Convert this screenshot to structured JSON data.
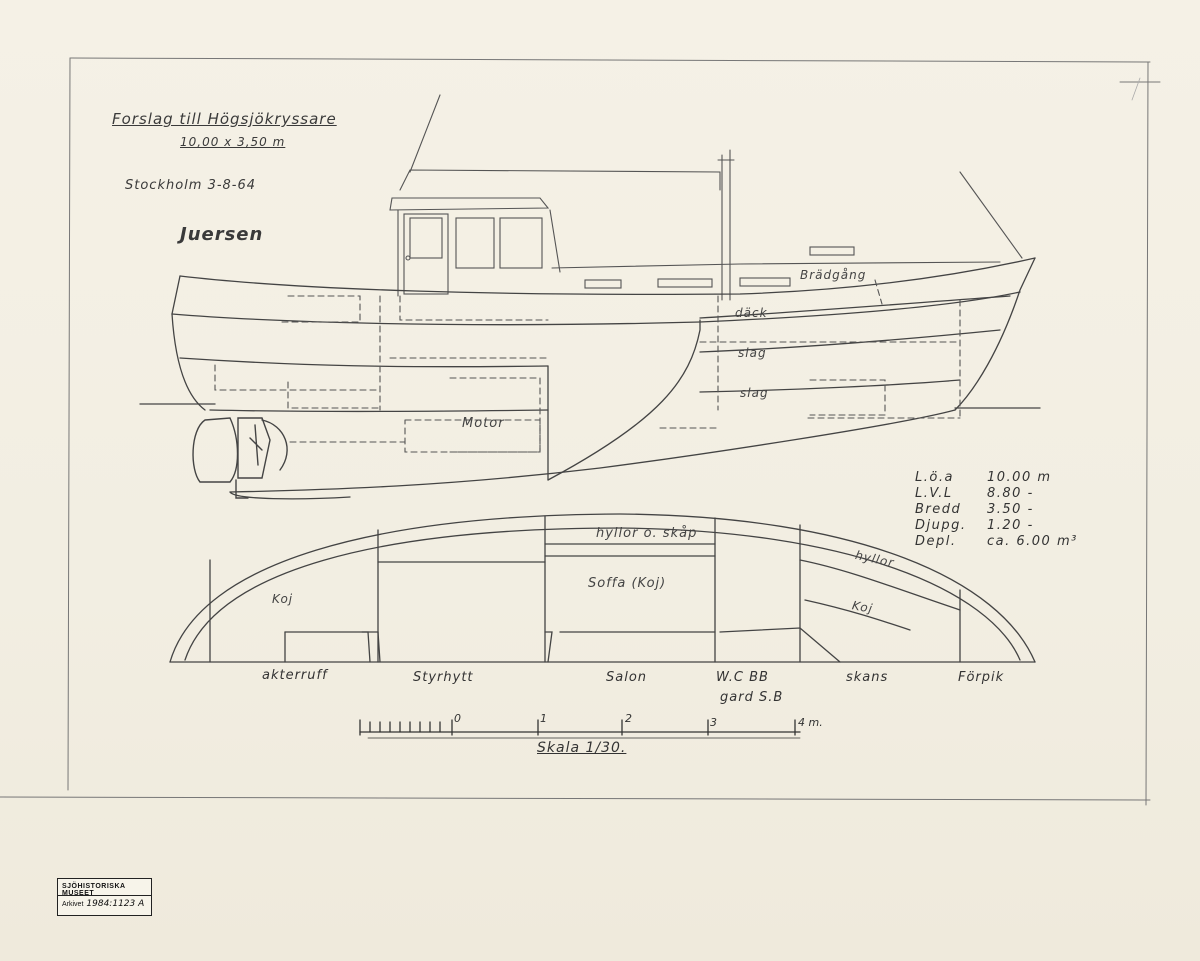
{
  "title": "Forslag till Högsjökryssare",
  "subtitle": "10,00 x 3,50 m",
  "place_date": "Stockholm 3-8-64",
  "signature": "Juersen",
  "specs": [
    {
      "key": "L.ö.a",
      "value": "10.00 m"
    },
    {
      "key": "L.V.L",
      "value": "8.80 -"
    },
    {
      "key": "Bredd",
      "value": "3.50 -"
    },
    {
      "key": "Djupg.",
      "value": "1.20 -"
    },
    {
      "key": "Depl.",
      "value": "ca. 6.00 m³"
    }
  ],
  "profile_labels": {
    "bradgang": "Brädgång",
    "dack": "däck",
    "slag1": "slag",
    "slag2": "slag",
    "motor": "Motor"
  },
  "plan_labels": {
    "hyllor_skap": "hyllor o. skåp",
    "soffa": "Soffa (Koj)",
    "koj_aft": "Koj",
    "hyllor_fwd": "hyllor",
    "koj_fwd": "Koj"
  },
  "rooms": [
    "akterruff",
    "Styrhytt",
    "Salon",
    "W.C  BB",
    "skans",
    "Förpik"
  ],
  "room_extra": "gard S.B",
  "scale": {
    "title": "Skala 1/30.",
    "ticks": [
      "0",
      "1",
      "2",
      "3",
      "4 m."
    ]
  },
  "stamp": {
    "line1": "SJÖHISTORISKA MUSEET",
    "line2": "Arkivet",
    "number": "1984:1123 A"
  }
}
